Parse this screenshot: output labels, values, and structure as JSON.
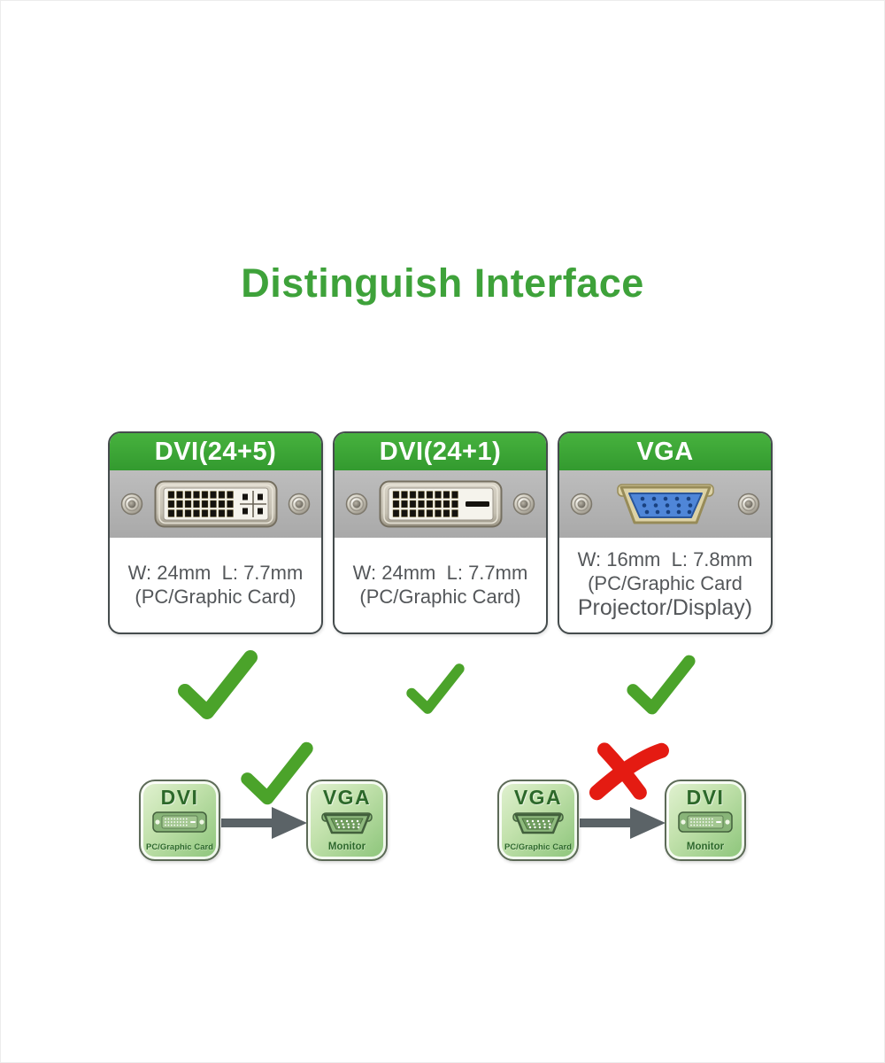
{
  "title": "Distinguish Interface",
  "colors": {
    "title_green": "#3ea23a",
    "header_green": "#3ba636",
    "band_gray": "#b2b2b2",
    "check_green": "#4ba32a",
    "cross_red": "#e41b12",
    "arrow_gray": "#5b6367",
    "vga_insert_blue": "#4f86d8",
    "mini_box_green": "#8bc479"
  },
  "cards": [
    {
      "header": "DVI(24+5)",
      "connector_icon": "dvi-24-5-connector-icon",
      "lines": [
        "W: 24mm  L: 7.7mm",
        "(PC/Graphic Card)"
      ]
    },
    {
      "header": "DVI(24+1)",
      "connector_icon": "dvi-24-1-connector-icon",
      "lines": [
        "W: 24mm  L: 7.7mm",
        "(PC/Graphic Card)"
      ]
    },
    {
      "header": "VGA",
      "connector_icon": "vga-connector-icon",
      "lines": [
        "W: 16mm  L: 7.8mm",
        "(PC/Graphic Card",
        "Projector/Display)"
      ]
    }
  ],
  "verdict_row": {
    "marks": [
      "check",
      "check",
      "check"
    ]
  },
  "diagrams": [
    {
      "result": "check",
      "source": {
        "title": "DVI",
        "caption": "PC/Graphic Card",
        "icon": "dvi-mini-icon"
      },
      "target": {
        "title": "VGA",
        "caption": "Monitor",
        "icon": "vga-mini-icon"
      }
    },
    {
      "result": "cross",
      "source": {
        "title": "VGA",
        "caption": "PC/Graphic Card",
        "icon": "vga-mini-icon"
      },
      "target": {
        "title": "DVI",
        "caption": "Monitor",
        "icon": "dvi-mini-icon"
      }
    }
  ]
}
